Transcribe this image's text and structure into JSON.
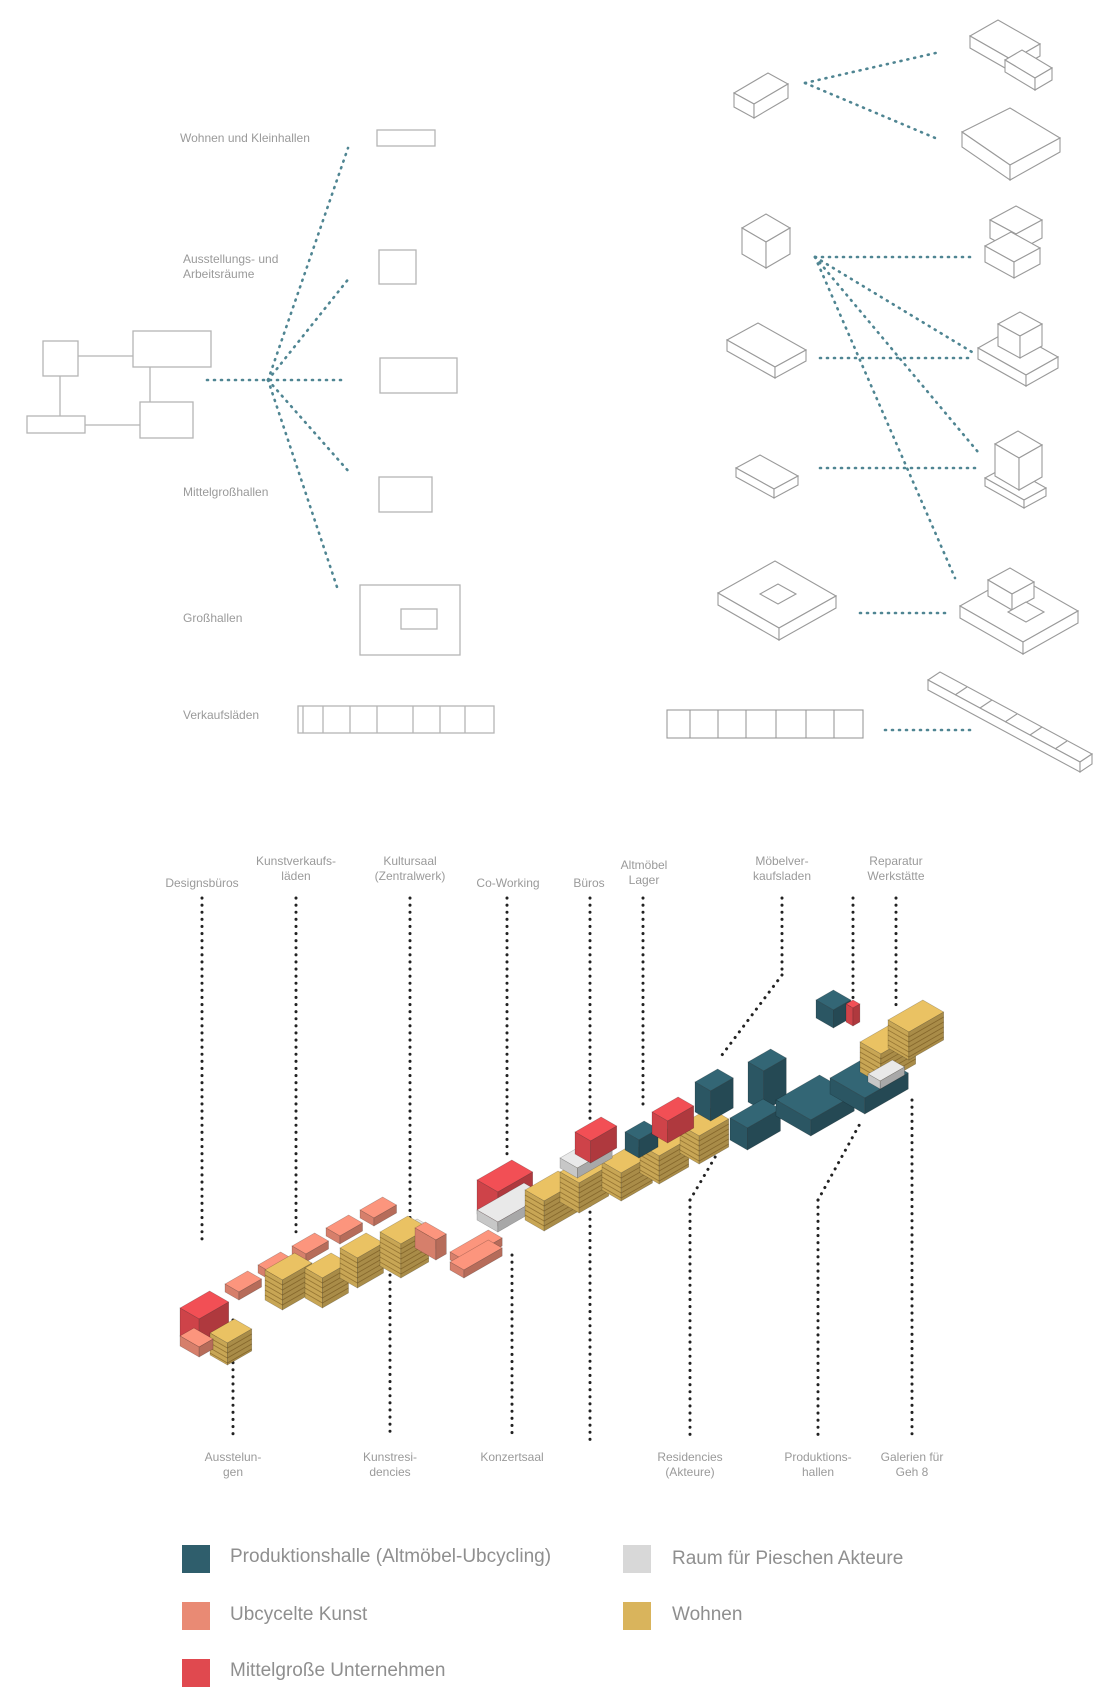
{
  "top_left_labels": {
    "wohnen": "Wohnen und Kleinhallen",
    "ausstellung": "Ausstellungs- und\nArbeitsräume",
    "mittel": "Mittelgroßhallen",
    "gross": "Großhallen",
    "verkauf": "Verkaufsläden"
  },
  "top_labels": [
    {
      "key": "designbueros",
      "text": "Designsbüros"
    },
    {
      "key": "kunstverkauf",
      "text": "Kunstverkaufs-\nläden"
    },
    {
      "key": "kultursaal",
      "text": "Kultursaal\n(Zentralwerk)"
    },
    {
      "key": "coworking",
      "text": "Co-Working"
    },
    {
      "key": "bueros",
      "text": "Büros"
    },
    {
      "key": "altmoebel",
      "text": "Altmöbel\nLager"
    },
    {
      "key": "moebelverkauf",
      "text": "Möbelver-\nkaufsladen"
    },
    {
      "key": "reparatur",
      "text": "Reparatur\nWerkstätte"
    }
  ],
  "bottom_labels": [
    {
      "key": "ausstellungen",
      "text": "Ausstelun-\ngen"
    },
    {
      "key": "kunstresidencies",
      "text": "Kunstresi-\ndencies"
    },
    {
      "key": "konzertsaal",
      "text": "Konzertsaal"
    },
    {
      "key": "residencies",
      "text": "Residencies\n(Akteure)"
    },
    {
      "key": "produktionshallen",
      "text": "Produktions-\nhallen"
    },
    {
      "key": "galerien",
      "text": "Galerien für\nGeh 8"
    }
  ],
  "legend": [
    {
      "key": "produktion",
      "text": "Produktionshalle (Altmöbel-Ubcycling)",
      "color": "#2f5e6c"
    },
    {
      "key": "raum",
      "text": "Raum für Pieschen Akteure",
      "color": "#d8d8d8"
    },
    {
      "key": "kunst",
      "text": "Ubcycelte Kunst",
      "color": "#e98a74"
    },
    {
      "key": "wohnen",
      "text": "Wohnen",
      "color": "#d9b45c"
    },
    {
      "key": "mittel",
      "text": "Mittelgroße Unternehmen",
      "color": "#e0494f"
    }
  ],
  "colors": {
    "line": "#b5b5b5",
    "dot_teal": "#4f8592",
    "dot_black": "#222222",
    "teal": "#2f5e6c",
    "salmon": "#e98a74",
    "red": "#e0494f",
    "gold": "#d9b45c",
    "grey": "#d8d8d8"
  }
}
